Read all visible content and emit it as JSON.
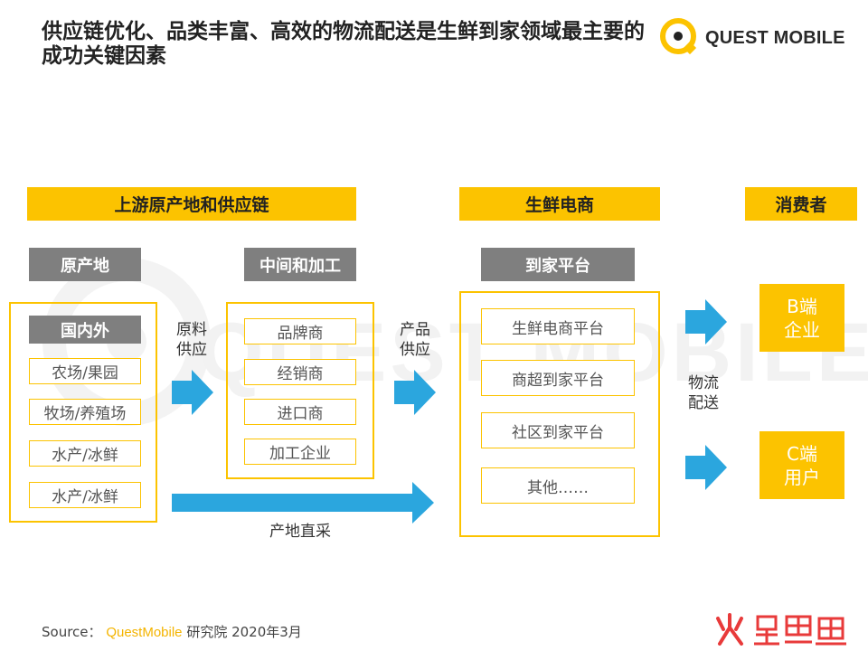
{
  "title": "供应链优化、品类丰富、高效的物流配送是生鲜到家领域最主要的成功关键因素",
  "logo": {
    "text": "QUEST MOBILE"
  },
  "watermark": {
    "text": "QUEST MOBILE"
  },
  "upstream": {
    "header": "上游原产地和供应链",
    "origin": {
      "label": "原产地",
      "sub_label": "国内外",
      "items": [
        "农场/果园",
        "牧场/养殖场",
        "水产/冰鲜",
        "水产/冰鲜"
      ]
    },
    "middle": {
      "label": "中间和加工",
      "items": [
        "品牌商",
        "经销商",
        "进口商",
        "加工企业"
      ]
    }
  },
  "ecommerce": {
    "header": "生鲜电商",
    "platform": {
      "label": "到家平台",
      "items": [
        "生鲜电商平台",
        "商超到家平台",
        "社区到家平台",
        "其他……"
      ]
    }
  },
  "consumer": {
    "header": "消费者",
    "b_end": {
      "line1": "B端",
      "line2": "企业"
    },
    "c_end": {
      "line1": "C端",
      "line2": "用户"
    }
  },
  "flows": {
    "raw_supply": {
      "line1": "原料",
      "line2": "供应"
    },
    "product_supply": {
      "line1": "产品",
      "line2": "供应"
    },
    "logistics": {
      "line1": "物流",
      "line2": "配送"
    },
    "direct_purchase": "产地直采"
  },
  "footer": {
    "source_prefix": "Source：",
    "source_brand": "QuestMobile",
    "source_rest": "研究院 2020年3月",
    "corner_logo_text": "火鲤鱼"
  },
  "colors": {
    "accent_yellow": "#fcc300",
    "header_gray": "#7f7f7f",
    "arrow_blue": "#2ba6de",
    "corner_logo_red": "#e83a3a"
  }
}
